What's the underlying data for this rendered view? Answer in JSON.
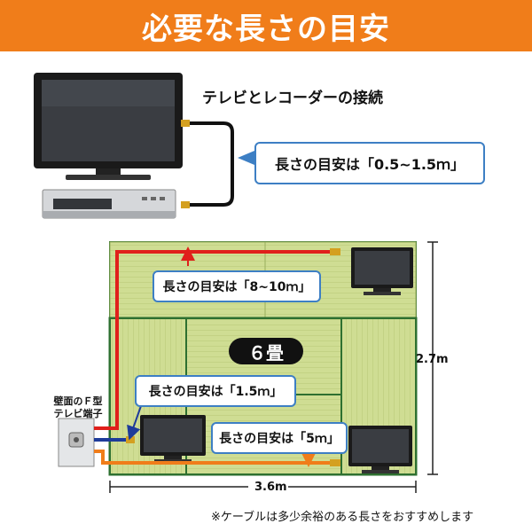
{
  "header": {
    "title": "必要な長さの目安"
  },
  "top_section": {
    "subtitle": "テレビとレコーダーの接続",
    "callout": "長さの目安は「0.5~1.5ｍ」"
  },
  "room": {
    "tatami_label": "６畳",
    "height_label": "2.7m",
    "width_label": "3.6m",
    "outlet_label": "壁面のＦ型\nテレビ端子",
    "callouts": {
      "red": "長さの目安は「8~10ｍ」",
      "blue": "長さの目安は「1.5ｍ」",
      "orange": "長さの目安は「5ｍ」"
    }
  },
  "footnote": "※ケーブルは多少余裕のある長さをおすすめします",
  "colors": {
    "header": "#f07d1a",
    "callout_border": "#3d7fc4",
    "red_cable": "#e0201b",
    "blue_cable": "#1e3c9a",
    "orange_cable": "#f07d1a",
    "tatami": "#cddc90"
  }
}
